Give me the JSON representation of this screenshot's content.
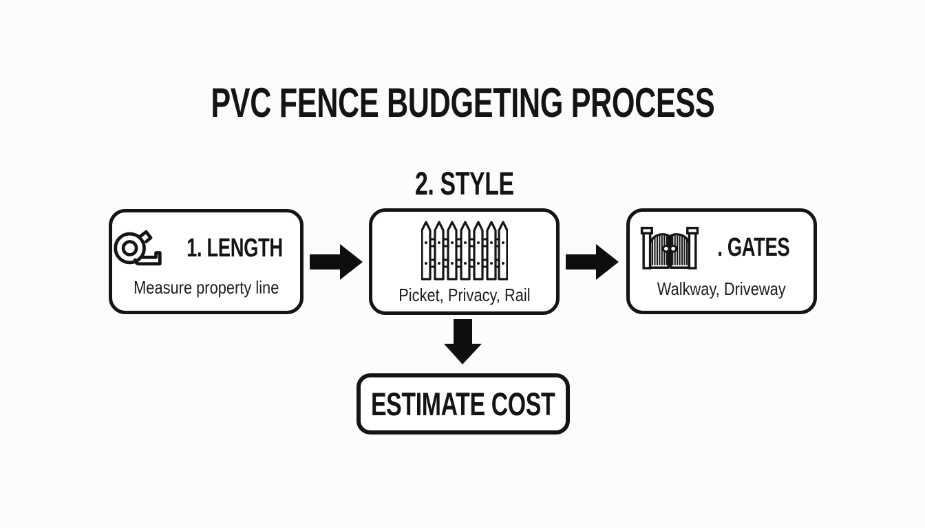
{
  "title": "PVC FENCE BUDGETING PROCESS",
  "flow": {
    "style_label": "2. STYLE",
    "steps": [
      {
        "icon": "tape-measure-icon",
        "heading": "1. LENGTH",
        "subtext": "Measure property line"
      },
      {
        "icon": "picket-fence-icon",
        "heading": "",
        "subtext": "Picket, Privacy, Rail"
      },
      {
        "icon": "gate-icon",
        "heading": ". GATES",
        "subtext": "Walkway, Driveway"
      }
    ],
    "result_label": "ESTIMATE COST"
  },
  "colors": {
    "background": "#fcfcfc",
    "ink": "#141414",
    "box_fill": "#ffffff"
  }
}
